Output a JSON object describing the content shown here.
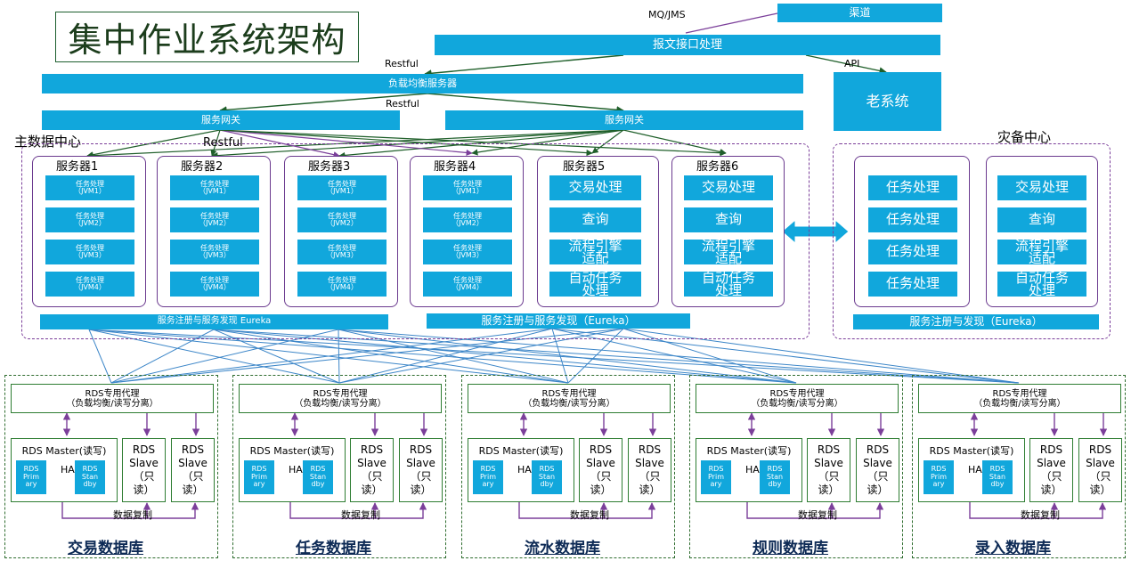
{
  "title": "集中作业系统架构",
  "channel": "渠道",
  "mq_label": "MQ/JMS",
  "message_interface": "报文接口处理",
  "restful_label": "Restful",
  "api_label": "API",
  "load_balancer": "负载均衡服务器",
  "legacy_system": "老系统",
  "gateway": "服务网关",
  "main_dc": "主数据中心",
  "dr_center": "灾备中心",
  "servers_left": [
    {
      "name": "服务器1",
      "tasks": [
        "任务处理\n（JVM1）",
        "任务处理\n（JVM2）",
        "任务处理\n（JVM3）",
        "任务处理\n（JVM4）"
      ]
    },
    {
      "name": "服务器2",
      "tasks": [
        "任务处理\n（JVM1）",
        "任务处理\n（JVM2）",
        "任务处理\n（JVM3）",
        "任务处理\n（JVM4）"
      ]
    },
    {
      "name": "服务器3",
      "tasks": [
        "任务处理\n（JVM1）",
        "任务处理\n（JVM2）",
        "任务处理\n（JVM3）",
        "任务处理\n（JVM4）"
      ]
    },
    {
      "name": "服务器4",
      "tasks": [
        "任务处理\n（JVM1）",
        "任务处理\n（JVM2）",
        "任务处理\n（JVM3）",
        "任务处理\n（JVM4）"
      ]
    }
  ],
  "servers_right": [
    {
      "name": "服务器5",
      "funcs": [
        "交易处理",
        "查询",
        "流程引擎\n适配",
        "自动任务\n处理"
      ]
    },
    {
      "name": "服务器6",
      "funcs": [
        "交易处理",
        "查询",
        "流程引擎\n适配",
        "自动任务\n处理"
      ]
    }
  ],
  "dr_servers": [
    {
      "funcs": [
        "任务处理",
        "任务处理",
        "任务处理",
        "任务处理"
      ]
    },
    {
      "funcs": [
        "交易处理",
        "查询",
        "流程引擎\n适配",
        "自动任务\n处理"
      ]
    }
  ],
  "eureka_left": "服务注册与服务发现 Eureka",
  "eureka_mid": "服务注册与服务发现（Eureka）",
  "eureka_dr": "服务注册与发现（Eureka）",
  "rds_proxy": [
    "RDS专用代理",
    "（负载均衡/读写分离）"
  ],
  "rds_master": "RDS Master(读写)",
  "rds_primary": "RDS\nPrim\nary",
  "rds_standby": "RDS\nStan\ndby",
  "ha": "HA",
  "rds_slave": "RDS\nSlave\n（只\n读）",
  "replication": "数据复制",
  "databases": [
    "交易数据库",
    "任务数据库",
    "流水数据库",
    "规则数据库",
    "录入数据库"
  ],
  "colors": {
    "box_blue": "#11a7dc",
    "flow_green": "#1f5f2a",
    "link_purple": "#7b3f9a",
    "link_blue": "#3c86c8",
    "db_border": "#2f6d2f"
  }
}
